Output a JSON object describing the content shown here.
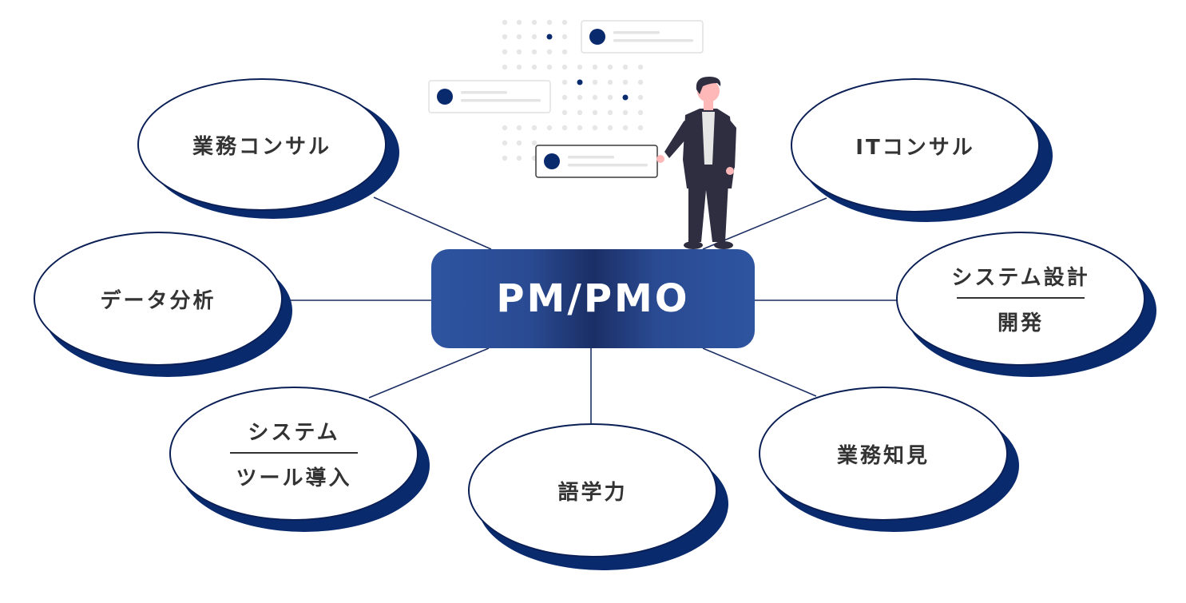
{
  "hub": {
    "label": "PM/PMO",
    "color": "#2a4d97"
  },
  "nodes": [
    {
      "id": "business-consulting",
      "line1": "業務コンサル",
      "line2": ""
    },
    {
      "id": "it-consulting",
      "line1": "ITコンサル",
      "line2": ""
    },
    {
      "id": "data-analysis",
      "line1": "データ分析",
      "line2": ""
    },
    {
      "id": "system-design",
      "line1": "システム設計",
      "line2": "開発"
    },
    {
      "id": "system-tools",
      "line1": "システム",
      "line2": "ツール導入"
    },
    {
      "id": "business-knowledge",
      "line1": "業務知見",
      "line2": ""
    },
    {
      "id": "language",
      "line1": "語学力",
      "line2": ""
    }
  ],
  "colors": {
    "navy": "#0a2a6e",
    "line": "#1c2f63",
    "text": "#333333",
    "figure": "#2f2e41"
  }
}
